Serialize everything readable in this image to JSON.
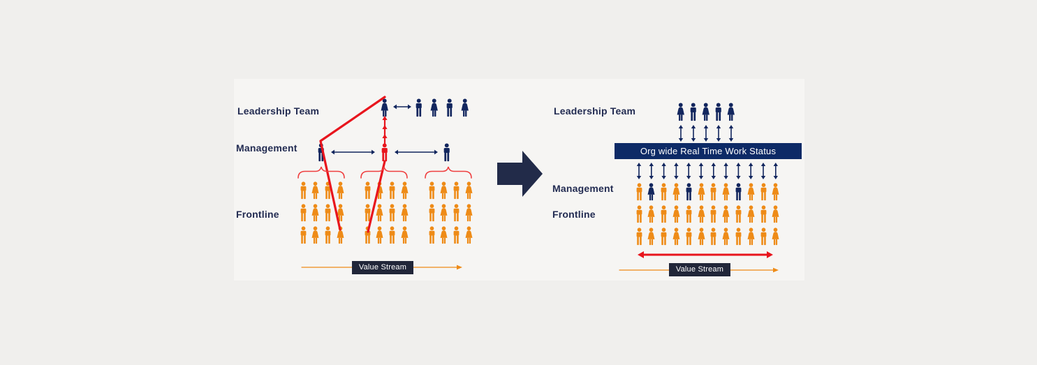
{
  "left_diagram": {
    "label_leadership": "Leadership Team",
    "label_management": "Management",
    "label_frontline": "Frontline",
    "value_stream_label": "Value Stream",
    "leader": {
      "gender": "female",
      "color": "navy"
    },
    "leadership_group": [
      "male",
      "female",
      "male",
      "female"
    ],
    "managers": [
      {
        "gender": "male",
        "color": "navy"
      },
      {
        "gender": "male",
        "color": "red"
      },
      {
        "gender": "male",
        "color": "navy"
      }
    ],
    "frontline": {
      "groups": 3,
      "rows": 3,
      "cols": 4,
      "color": "orange",
      "gender_pattern": [
        "male",
        "female",
        "male",
        "female"
      ]
    }
  },
  "transition_arrow": {
    "direction": "right"
  },
  "right_diagram": {
    "label_leadership": "Leadership Team",
    "label_management": "Management",
    "label_frontline": "Frontline",
    "banner_label": "Org wide Real Time Work Status",
    "value_stream_label": "Value Stream",
    "leadership_row": [
      "female",
      "male",
      "female",
      "male",
      "female"
    ],
    "management_row": [
      {
        "gender": "male",
        "color": "orange"
      },
      {
        "gender": "female",
        "color": "navy"
      },
      {
        "gender": "male",
        "color": "orange"
      },
      {
        "gender": "female",
        "color": "orange"
      },
      {
        "gender": "male",
        "color": "navy"
      },
      {
        "gender": "female",
        "color": "orange"
      },
      {
        "gender": "male",
        "color": "orange"
      },
      {
        "gender": "female",
        "color": "orange"
      },
      {
        "gender": "male",
        "color": "navy"
      },
      {
        "gender": "female",
        "color": "orange"
      },
      {
        "gender": "male",
        "color": "orange"
      },
      {
        "gender": "female",
        "color": "orange"
      }
    ],
    "frontline": {
      "rows": 2,
      "cols": 12,
      "color": "orange",
      "gender_pattern": [
        "male",
        "female"
      ]
    }
  },
  "colors": {
    "background": "#f0efed",
    "panel": "#f6f5f3",
    "navy": "#12265e",
    "orange": "#ee8b17",
    "red": "#e8151d",
    "brace_red": "#ef3f3f",
    "banner_bg": "#0d2a66",
    "value_box_bg": "#212639",
    "label_text": "#232c52",
    "transition_arrow": "#222b49",
    "white": "#ffffff"
  }
}
